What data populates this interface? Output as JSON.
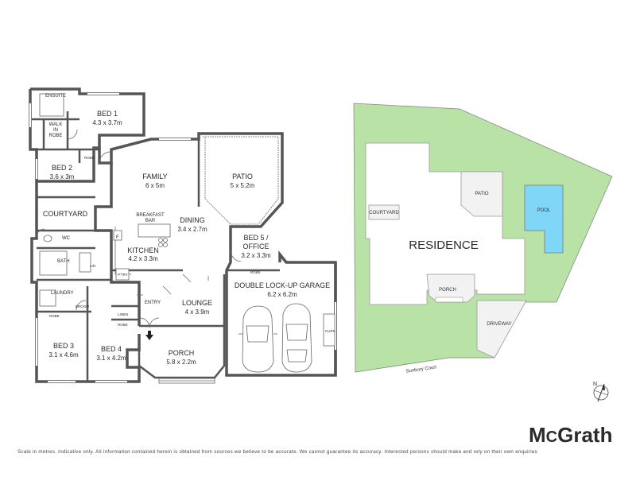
{
  "floorplan": {
    "rooms": [
      {
        "id": "ensuite",
        "name": "ENSUITE",
        "dims": ""
      },
      {
        "id": "walk-in-robe",
        "name": "WALK IN ROBE",
        "dims": ""
      },
      {
        "id": "bed1",
        "name": "BED 1",
        "dims": "4.3 x 3.7m"
      },
      {
        "id": "bed2",
        "name": "BED 2",
        "dims": "3.6 x 3m"
      },
      {
        "id": "family",
        "name": "FAMILY",
        "dims": "6 x 5m"
      },
      {
        "id": "patio",
        "name": "PATIO",
        "dims": "5 x 5.2m"
      },
      {
        "id": "courtyard",
        "name": "COURTYARD",
        "dims": ""
      },
      {
        "id": "breakfast-bar",
        "name": "BREAKFAST BAR",
        "dims": ""
      },
      {
        "id": "dining",
        "name": "DINING",
        "dims": "3.4 x 2.7m"
      },
      {
        "id": "kitchen",
        "name": "KITCHEN",
        "dims": "4.2 x 3.3m"
      },
      {
        "id": "bed5",
        "name": "BED 5 / OFFICE",
        "dims": "3.2 x 3.3m"
      },
      {
        "id": "wc",
        "name": "WC",
        "dims": ""
      },
      {
        "id": "bath",
        "name": "BATH",
        "dims": ""
      },
      {
        "id": "garage",
        "name": "DOUBLE LOCK-UP GARAGE",
        "dims": "6.2 x 6.2m"
      },
      {
        "id": "laundry",
        "name": "LAUNDRY",
        "dims": ""
      },
      {
        "id": "entry",
        "name": "ENTRY",
        "dims": ""
      },
      {
        "id": "lounge",
        "name": "LOUNGE",
        "dims": "4 x 3.9m"
      },
      {
        "id": "bed3",
        "name": "BED 3",
        "dims": "3.1 x 4.6m"
      },
      {
        "id": "bed4",
        "name": "BED 4",
        "dims": "3.1 x 4.2m"
      },
      {
        "id": "porch",
        "name": "PORCH",
        "dims": "5.8 x 2.2m"
      }
    ],
    "small_labels": {
      "robe": "ROBE",
      "linen": "LINEN",
      "broom": "BROOM",
      "pantry": "P'TRY",
      "fridge": "F",
      "cupboard": "CUPS",
      "lin": "LIN",
      "bar1": "BREAKFAST",
      "bar2": "BAR",
      "wir1": "WALK",
      "wir2": "IN",
      "wir3": "ROBE",
      "bed5a": "BED 5 /",
      "bed5b": "OFFICE"
    }
  },
  "siteplan": {
    "colors": {
      "lawn": "#b9e3a6",
      "pool": "#7fd6f7",
      "paving": "#f2f2f2"
    },
    "labels": {
      "residence": "RESIDENCE",
      "patio": "PATIO",
      "pool": "POOL",
      "courtyard": "COURTYARD",
      "porch": "PORCH",
      "driveway": "DRIVEWAY",
      "street": "Sunbury Court"
    }
  },
  "compass": {
    "north": "N"
  },
  "brand": {
    "logo_m": "M",
    "logo_c": "C",
    "logo_rest": "Grath"
  },
  "disclaimer": "Scale in metres. Indicative only. All information contained herein is obtained from sources we believe to be accurate. We cannot guarantee its accuracy. Interested persons should make and rely on their own enquiries"
}
